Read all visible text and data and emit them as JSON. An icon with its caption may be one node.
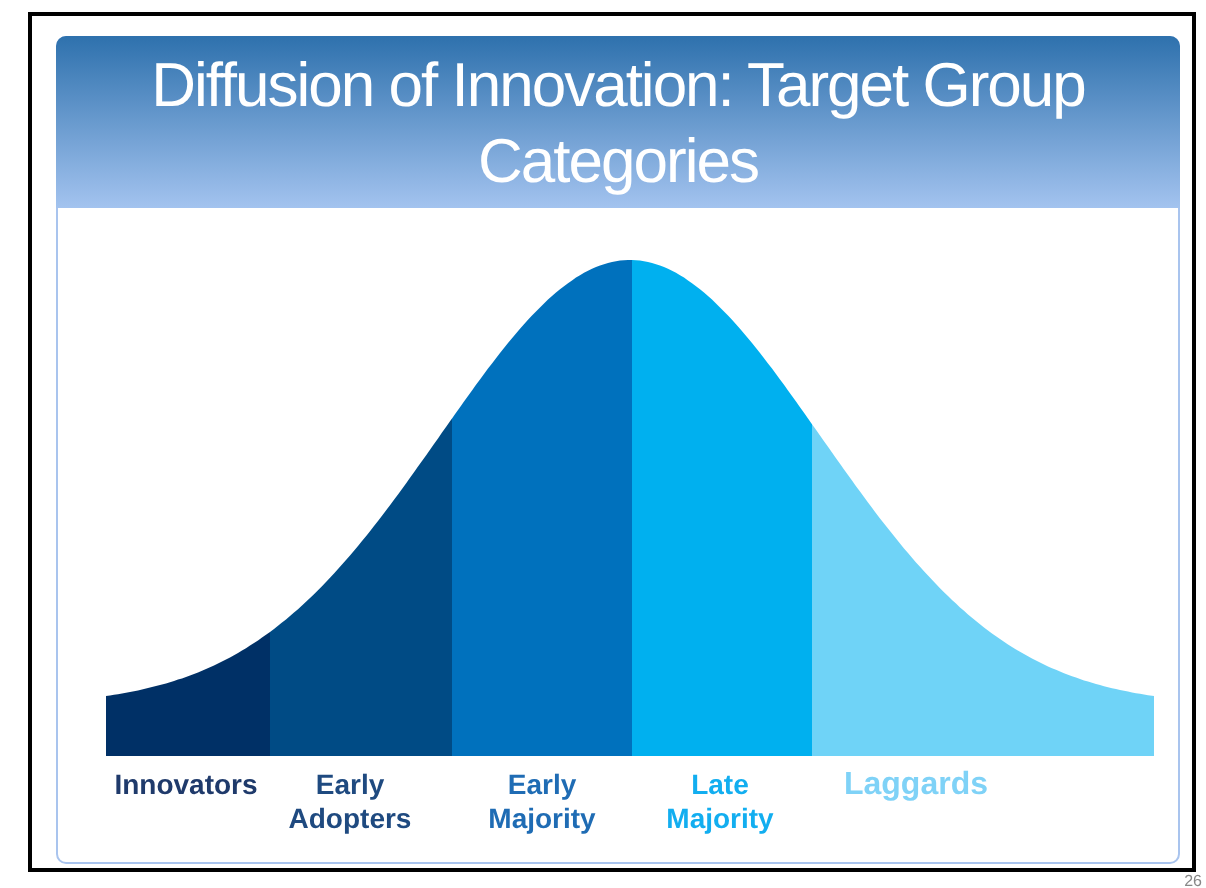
{
  "diagram": {
    "title": "Diffusion of Innovation: Target Group Categories",
    "nodes": [
      {
        "text": [
          "Innovators"
        ]
      },
      {
        "text": [
          "Early Adopters"
        ]
      },
      {
        "text": [
          "Early Majority"
        ]
      },
      {
        "text": [
          "Late Majority"
        ]
      },
      {
        "text": [
          "Laggards"
        ]
      }
    ],
    "labels": [
      "26"
    ]
  }
}
